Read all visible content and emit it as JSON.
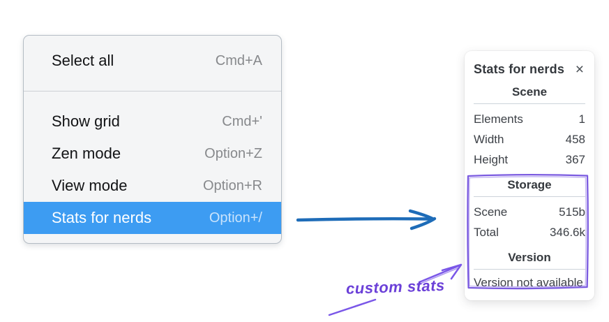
{
  "menu": {
    "items": [
      {
        "label": "Select all",
        "shortcut": "Cmd+A"
      },
      {
        "label": "Show grid",
        "shortcut": "Cmd+'"
      },
      {
        "label": "Zen mode",
        "shortcut": "Option+Z"
      },
      {
        "label": "View mode",
        "shortcut": "Option+R"
      },
      {
        "label": "Stats for nerds",
        "shortcut": "Option+/"
      }
    ],
    "highlighted_item": "Stats for nerds",
    "highlight_color": "#3d9cf2"
  },
  "stats_panel": {
    "title": "Stats for nerds",
    "close_icon": "×",
    "sections": [
      {
        "heading": "Scene",
        "rows": [
          {
            "label": "Elements",
            "value": "1"
          },
          {
            "label": "Width",
            "value": "458"
          },
          {
            "label": "Height",
            "value": "367"
          }
        ]
      },
      {
        "heading": "Storage",
        "rows": [
          {
            "label": "Scene",
            "value": "515b"
          },
          {
            "label": "Total",
            "value": "346.6k"
          }
        ]
      },
      {
        "heading": "Version",
        "message": "Version not available"
      }
    ]
  },
  "annotation": {
    "label": "custom stats",
    "text_color": "#6b40d8",
    "arrow_color": "#7a57e8",
    "box_color": "#7a5ae0"
  },
  "pointer_arrow_color": "#1e6cb8"
}
